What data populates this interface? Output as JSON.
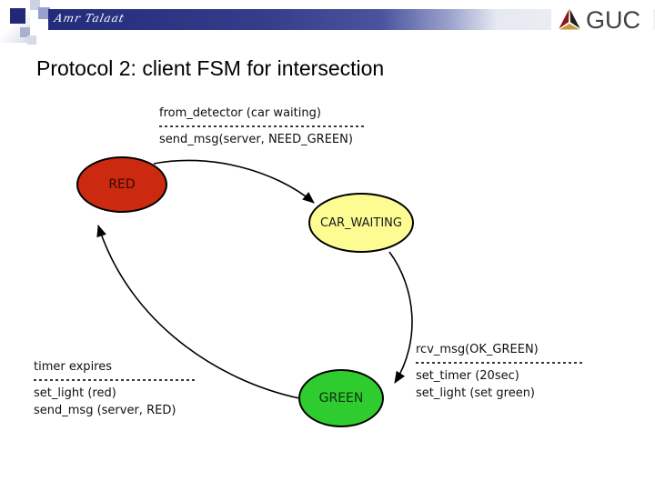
{
  "header": {
    "signature": "Amr Talaat",
    "logo": {
      "text": "GUC"
    }
  },
  "title": "Protocol 2: client FSM for intersection",
  "diagram": {
    "states": [
      {
        "label": "RED",
        "fill": "#cb2910"
      },
      {
        "label": "CAR_WAITING",
        "fill": "#fcfc92"
      },
      {
        "label": "GREEN",
        "fill": "#2ecc2e"
      }
    ],
    "transitions": [
      {
        "from": "RED",
        "to": "CAR_WAITING",
        "event": "from_detector (car waiting)",
        "actions": [
          "send_msg(server, NEED_GREEN)"
        ]
      },
      {
        "from": "CAR_WAITING",
        "to": "GREEN",
        "event": "rcv_msg(OK_GREEN)",
        "actions": [
          "set_timer (20sec)",
          "set_light (set green)"
        ]
      },
      {
        "from": "GREEN",
        "to": "RED",
        "event": "timer expires",
        "actions": [
          "set_light (red)",
          "send_msg (server, RED)"
        ]
      }
    ]
  }
}
